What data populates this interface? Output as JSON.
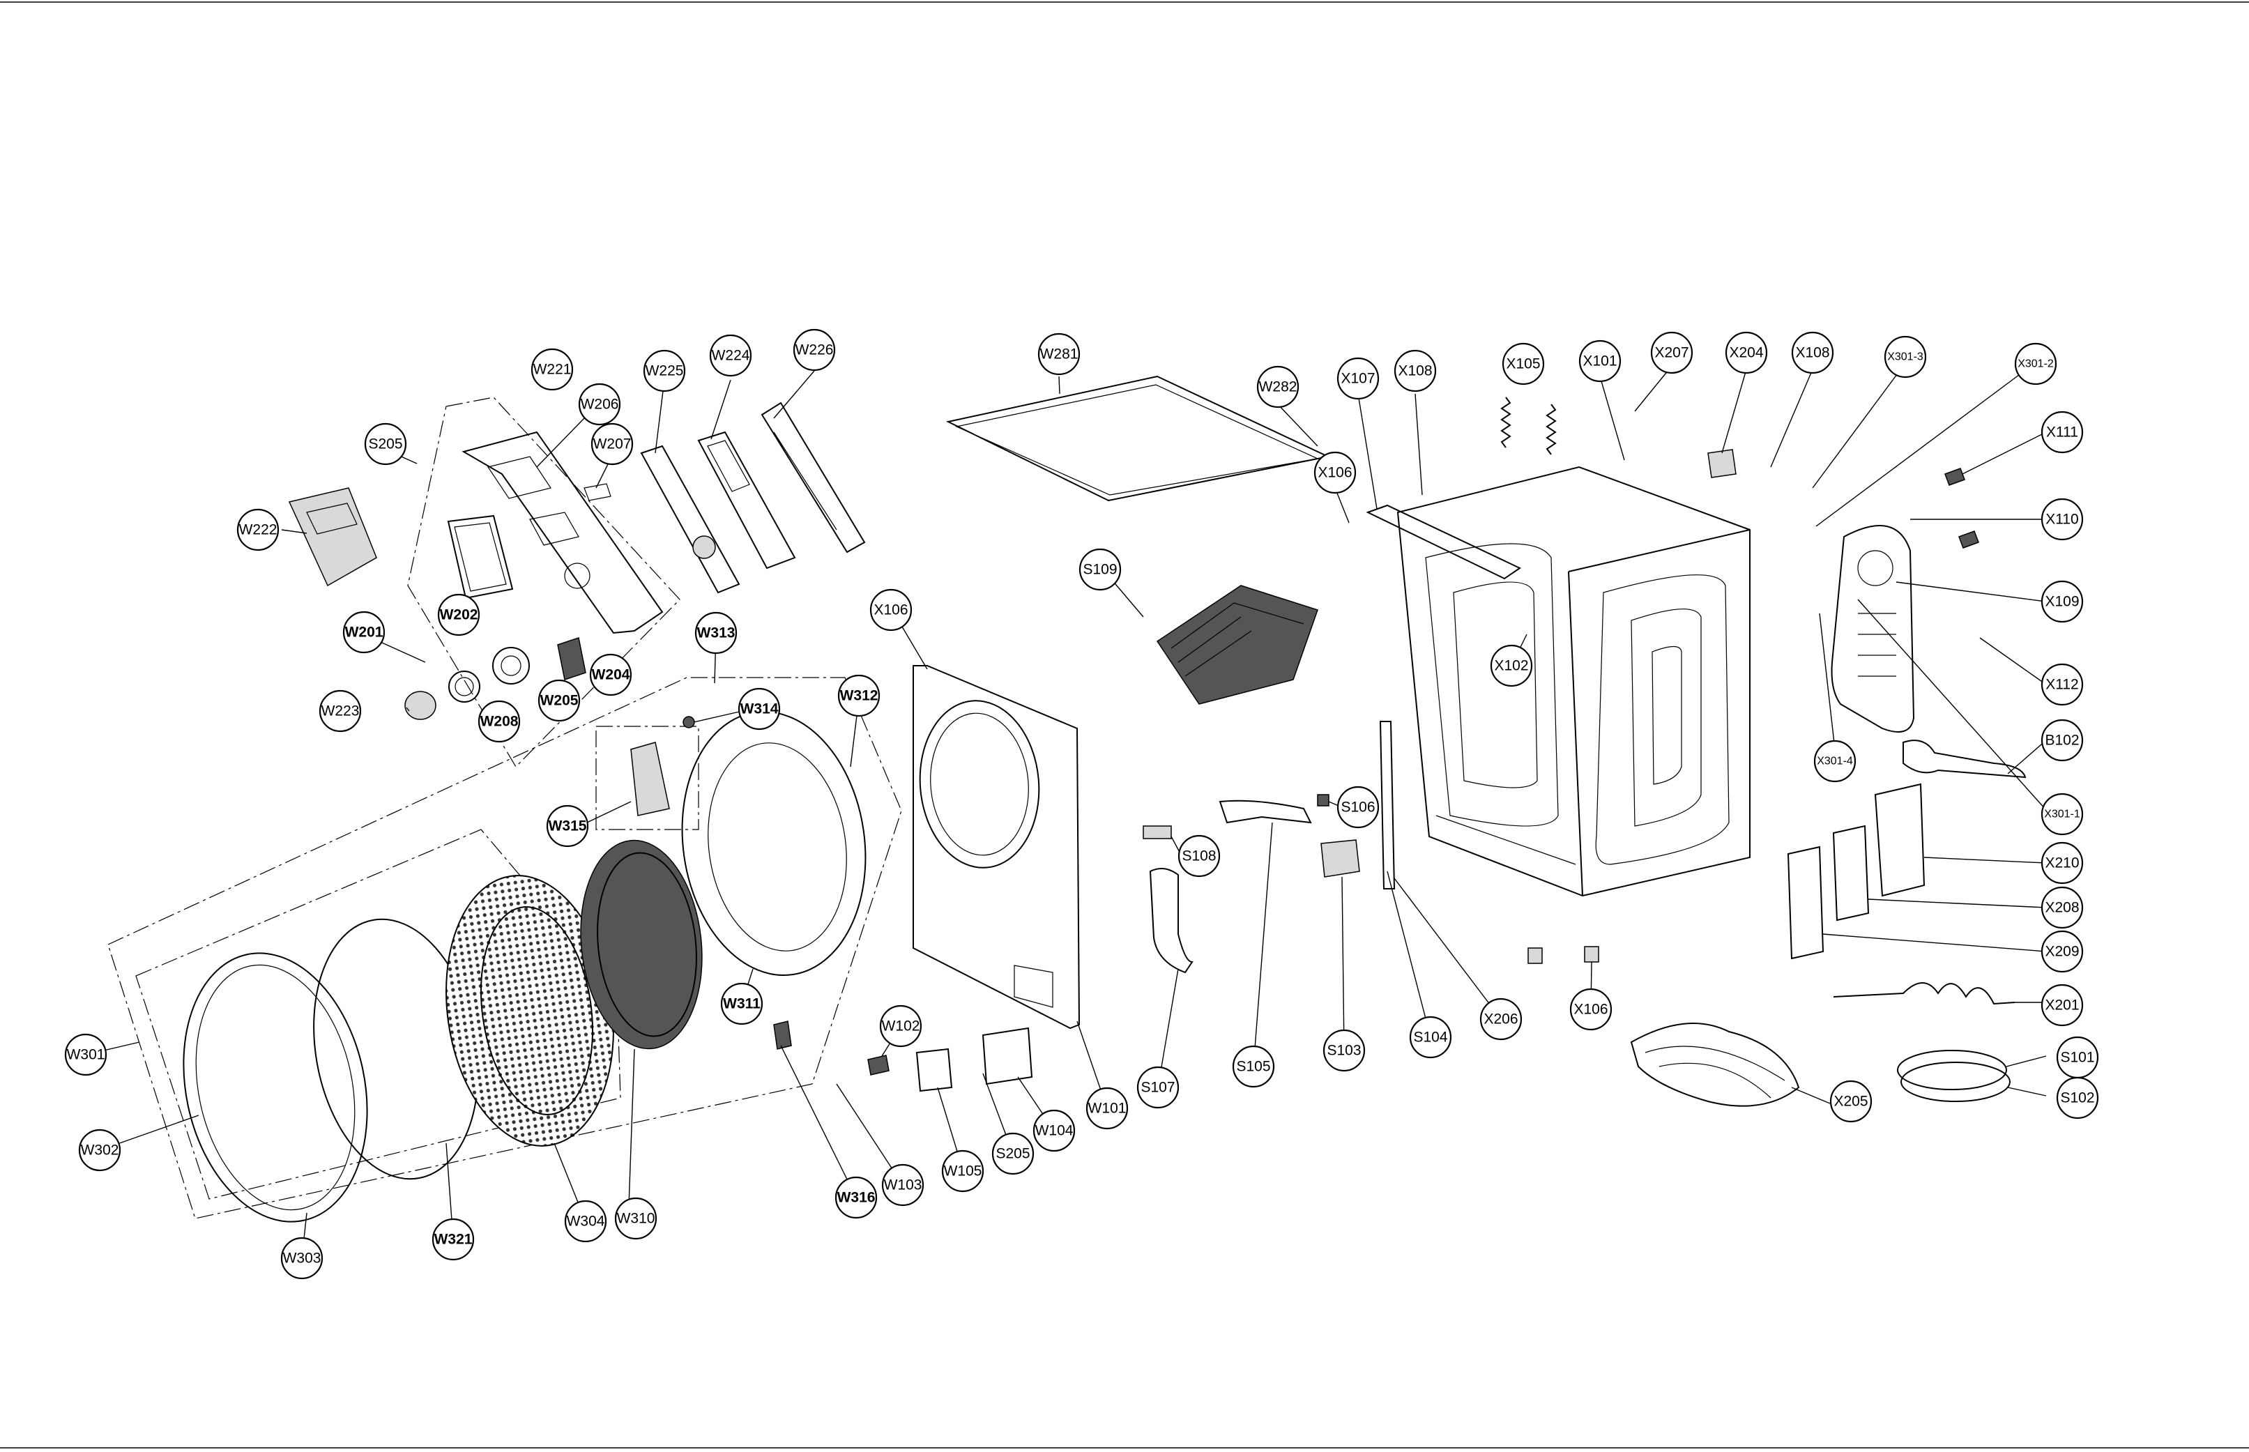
{
  "diagram": {
    "callouts": [
      {
        "id": "W221",
        "label": "W221",
        "bold": false,
        "small": false
      },
      {
        "id": "W206",
        "label": "W206",
        "bold": false,
        "small": false
      },
      {
        "id": "W207",
        "label": "W207",
        "bold": false,
        "small": false
      },
      {
        "id": "S205a",
        "label": "S205",
        "bold": false,
        "small": false
      },
      {
        "id": "W222",
        "label": "W222",
        "bold": false,
        "small": false
      },
      {
        "id": "W202",
        "label": "W202",
        "bold": true,
        "small": false
      },
      {
        "id": "W201",
        "label": "W201",
        "bold": true,
        "small": false
      },
      {
        "id": "W204",
        "label": "W204",
        "bold": true,
        "small": false
      },
      {
        "id": "W205",
        "label": "W205",
        "bold": true,
        "small": false
      },
      {
        "id": "W208",
        "label": "W208",
        "bold": true,
        "small": false
      },
      {
        "id": "W223",
        "label": "W223",
        "bold": false,
        "small": false
      },
      {
        "id": "W225",
        "label": "W225",
        "bold": false,
        "small": false
      },
      {
        "id": "W224",
        "label": "W224",
        "bold": false,
        "small": false
      },
      {
        "id": "W226",
        "label": "W226",
        "bold": false,
        "small": false
      },
      {
        "id": "W281",
        "label": "W281",
        "bold": false,
        "small": false
      },
      {
        "id": "W282",
        "label": "W282",
        "bold": false,
        "small": false
      },
      {
        "id": "X106a",
        "label": "X106",
        "bold": false,
        "small": false
      },
      {
        "id": "X107",
        "label": "X107",
        "bold": false,
        "small": false
      },
      {
        "id": "X108a",
        "label": "X108",
        "bold": false,
        "small": false
      },
      {
        "id": "X105",
        "label": "X105",
        "bold": false,
        "small": false
      },
      {
        "id": "X101",
        "label": "X101",
        "bold": false,
        "small": false
      },
      {
        "id": "X207",
        "label": "X207",
        "bold": false,
        "small": false
      },
      {
        "id": "X204",
        "label": "X204",
        "bold": false,
        "small": false
      },
      {
        "id": "X108b",
        "label": "X108",
        "bold": false,
        "small": false
      },
      {
        "id": "X301-3",
        "label": "X301-3",
        "bold": false,
        "small": true
      },
      {
        "id": "X301-2",
        "label": "X301-2",
        "bold": false,
        "small": true
      },
      {
        "id": "X111",
        "label": "X111",
        "bold": false,
        "small": false
      },
      {
        "id": "X110",
        "label": "X110",
        "bold": false,
        "small": false
      },
      {
        "id": "X109",
        "label": "X109",
        "bold": false,
        "small": false
      },
      {
        "id": "X112",
        "label": "X112",
        "bold": false,
        "small": false
      },
      {
        "id": "B102",
        "label": "B102",
        "bold": false,
        "small": false
      },
      {
        "id": "X301-4",
        "label": "X301-4",
        "bold": false,
        "small": true
      },
      {
        "id": "X301-1",
        "label": "X301-1",
        "bold": false,
        "small": true
      },
      {
        "id": "X210",
        "label": "X210",
        "bold": false,
        "small": false
      },
      {
        "id": "X208",
        "label": "X208",
        "bold": false,
        "small": false
      },
      {
        "id": "X209",
        "label": "X209",
        "bold": false,
        "small": false
      },
      {
        "id": "X201",
        "label": "X201",
        "bold": false,
        "small": false
      },
      {
        "id": "S101",
        "label": "S101",
        "bold": false,
        "small": false
      },
      {
        "id": "S102",
        "label": "S102",
        "bold": false,
        "small": false
      },
      {
        "id": "X205",
        "label": "X205",
        "bold": false,
        "small": false
      },
      {
        "id": "X106c",
        "label": "X106",
        "bold": false,
        "small": false
      },
      {
        "id": "X206",
        "label": "X206",
        "bold": false,
        "small": false
      },
      {
        "id": "S104",
        "label": "S104",
        "bold": false,
        "small": false
      },
      {
        "id": "S103",
        "label": "S103",
        "bold": false,
        "small": false
      },
      {
        "id": "S105",
        "label": "S105",
        "bold": false,
        "small": false
      },
      {
        "id": "S106",
        "label": "S106",
        "bold": false,
        "small": false
      },
      {
        "id": "S108",
        "label": "S108",
        "bold": false,
        "small": false
      },
      {
        "id": "S107",
        "label": "S107",
        "bold": false,
        "small": false
      },
      {
        "id": "S109",
        "label": "S109",
        "bold": false,
        "small": false
      },
      {
        "id": "X102",
        "label": "X102",
        "bold": false,
        "small": false
      },
      {
        "id": "X106b",
        "label": "X106",
        "bold": false,
        "small": false
      },
      {
        "id": "W101",
        "label": "W101",
        "bold": false,
        "small": false
      },
      {
        "id": "W104",
        "label": "W104",
        "bold": false,
        "small": false
      },
      {
        "id": "S205b",
        "label": "S205",
        "bold": false,
        "small": false
      },
      {
        "id": "W105",
        "label": "W105",
        "bold": false,
        "small": false
      },
      {
        "id": "W103",
        "label": "W103",
        "bold": false,
        "small": false
      },
      {
        "id": "W102",
        "label": "W102",
        "bold": false,
        "small": false
      },
      {
        "id": "W316",
        "label": "W316",
        "bold": true,
        "small": false
      },
      {
        "id": "W311",
        "label": "W311",
        "bold": true,
        "small": false
      },
      {
        "id": "W312",
        "label": "W312",
        "bold": true,
        "small": false
      },
      {
        "id": "W313",
        "label": "W313",
        "bold": true,
        "small": false
      },
      {
        "id": "W314",
        "label": "W314",
        "bold": true,
        "small": false
      },
      {
        "id": "W315",
        "label": "W315",
        "bold": true,
        "small": false
      },
      {
        "id": "W310",
        "label": "W310",
        "bold": false,
        "small": false
      },
      {
        "id": "W304",
        "label": "W304",
        "bold": false,
        "small": false
      },
      {
        "id": "W321",
        "label": "W321",
        "bold": true,
        "small": false
      },
      {
        "id": "W303",
        "label": "W303",
        "bold": false,
        "small": false
      },
      {
        "id": "W302",
        "label": "W302",
        "bold": false,
        "small": false
      },
      {
        "id": "W301",
        "label": "W301",
        "bold": false,
        "small": false
      }
    ]
  }
}
